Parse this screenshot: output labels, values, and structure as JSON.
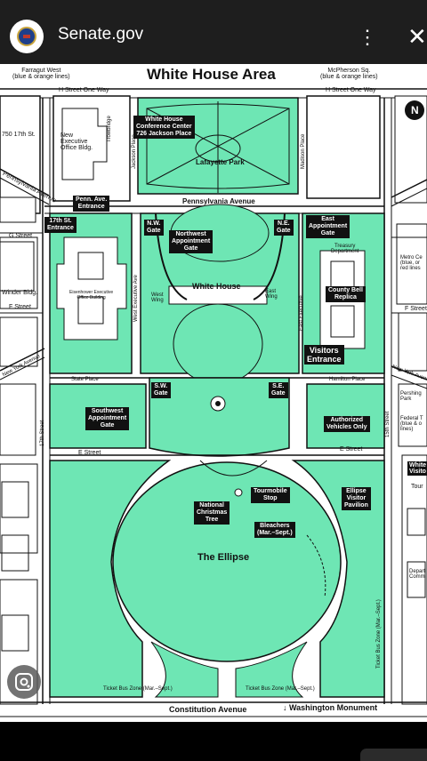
{
  "browser": {
    "site_title": "Senate.gov",
    "menu_icon": "more-vertical-icon",
    "close_icon": "close-icon",
    "seal_icon": "senate-seal-icon"
  },
  "map": {
    "title": "White House Area",
    "colors": {
      "green": "#6ee6b4",
      "line": "#111111",
      "paper": "#ffffff"
    },
    "labels": {
      "farragut": "Farragut West\n(blue & orange lines)",
      "mcpherson": "McPherson Sq.\n(blue & orange lines)",
      "h_street_left": "H Street One Way",
      "h_street_right": "H Street One Way",
      "seventeenth_750": "750 17th St.",
      "neob": "New\nExecutive\nOffice Bldg.",
      "trowbridge": "Trowbridge",
      "jackson_place": "Jackson Place",
      "madison_place": "Madison Place",
      "lafayette": "Lafayette Park",
      "penn_ave_left": "Pennsylvania Avenue",
      "penn_ave": "Pennsylvania Avenue",
      "g_street": "G Street",
      "winder": "Winder Bldg.",
      "f_street_left": "F Street",
      "f_street_right": "F Street",
      "eisenhower": "Eisenhower Executive\nOffice Building",
      "west_exec": "West Executive Ave",
      "east_exec": "East Executive",
      "white_house": "White House",
      "west_wing": "West\nWing",
      "east_wing": "East\nWing",
      "treasury": "Treasury\nDepartment",
      "metro_center": "Metro Ce\n(blue, or\nred lines",
      "ny_ave_left": "New York Avenue",
      "ny_ave_right": "New York Avenue",
      "state_place": "State Place",
      "hamilton_place": "Hamilton Place",
      "pershing": "Pershing\nPark",
      "federal": "Federal T\n(blue & o\nlines)",
      "seventeenth_left": "17th Street",
      "fifteenth_right": "15th Street",
      "e_street_left": "E Street",
      "e_street_right": "E Street",
      "ellipse": "The Ellipse",
      "ticket_bus_left": "Ticket Bus Zone (Mar.–Sept.)",
      "ticket_bus_mid": "Ticket Bus Zone (Mar.–Sept.)",
      "ticket_bus_right": "Ticket Bus Zone (Mar.–Sept.)",
      "constitution": "Constitution Avenue",
      "washington_monument": "Washington Monument",
      "depart": "Depart\nComm",
      "tour": "Tour",
      "white_visitor": "White\nVisito",
      "north_arrow": "N"
    },
    "boxes": {
      "conference_center": "White House\nConference Center\n726 Jackson Place",
      "penn_entrance": "Penn. Ave.\nEntrance",
      "seventeenth_entrance": "17th St.\nEntrance",
      "nw_gate": "N.W.\nGate",
      "ne_gate": "N.E.\nGate",
      "northwest_appt": "Northwest\nAppointment\nGate",
      "east_appt": "East\nAppointment\nGate",
      "county_bell": "County Bell\nReplica",
      "visitors_entrance": "Visitors\nEntrance",
      "sw_gate": "S.W.\nGate",
      "se_gate": "S.E.\nGate",
      "southwest_appt": "Southwest\nAppointment\nGate",
      "authorized_vehicles": "Authorized\nVehicles Only",
      "national_tree": "National\nChristmas\nTree",
      "tourmobile": "Tourmobile\nStop",
      "bleachers": "Bleachers\n(Mar.–Sept.)",
      "ellipse_pavilion": "Ellipse\nVisitor\nPavilion"
    }
  },
  "overlay": {
    "lens_icon": "google-lens-icon"
  }
}
